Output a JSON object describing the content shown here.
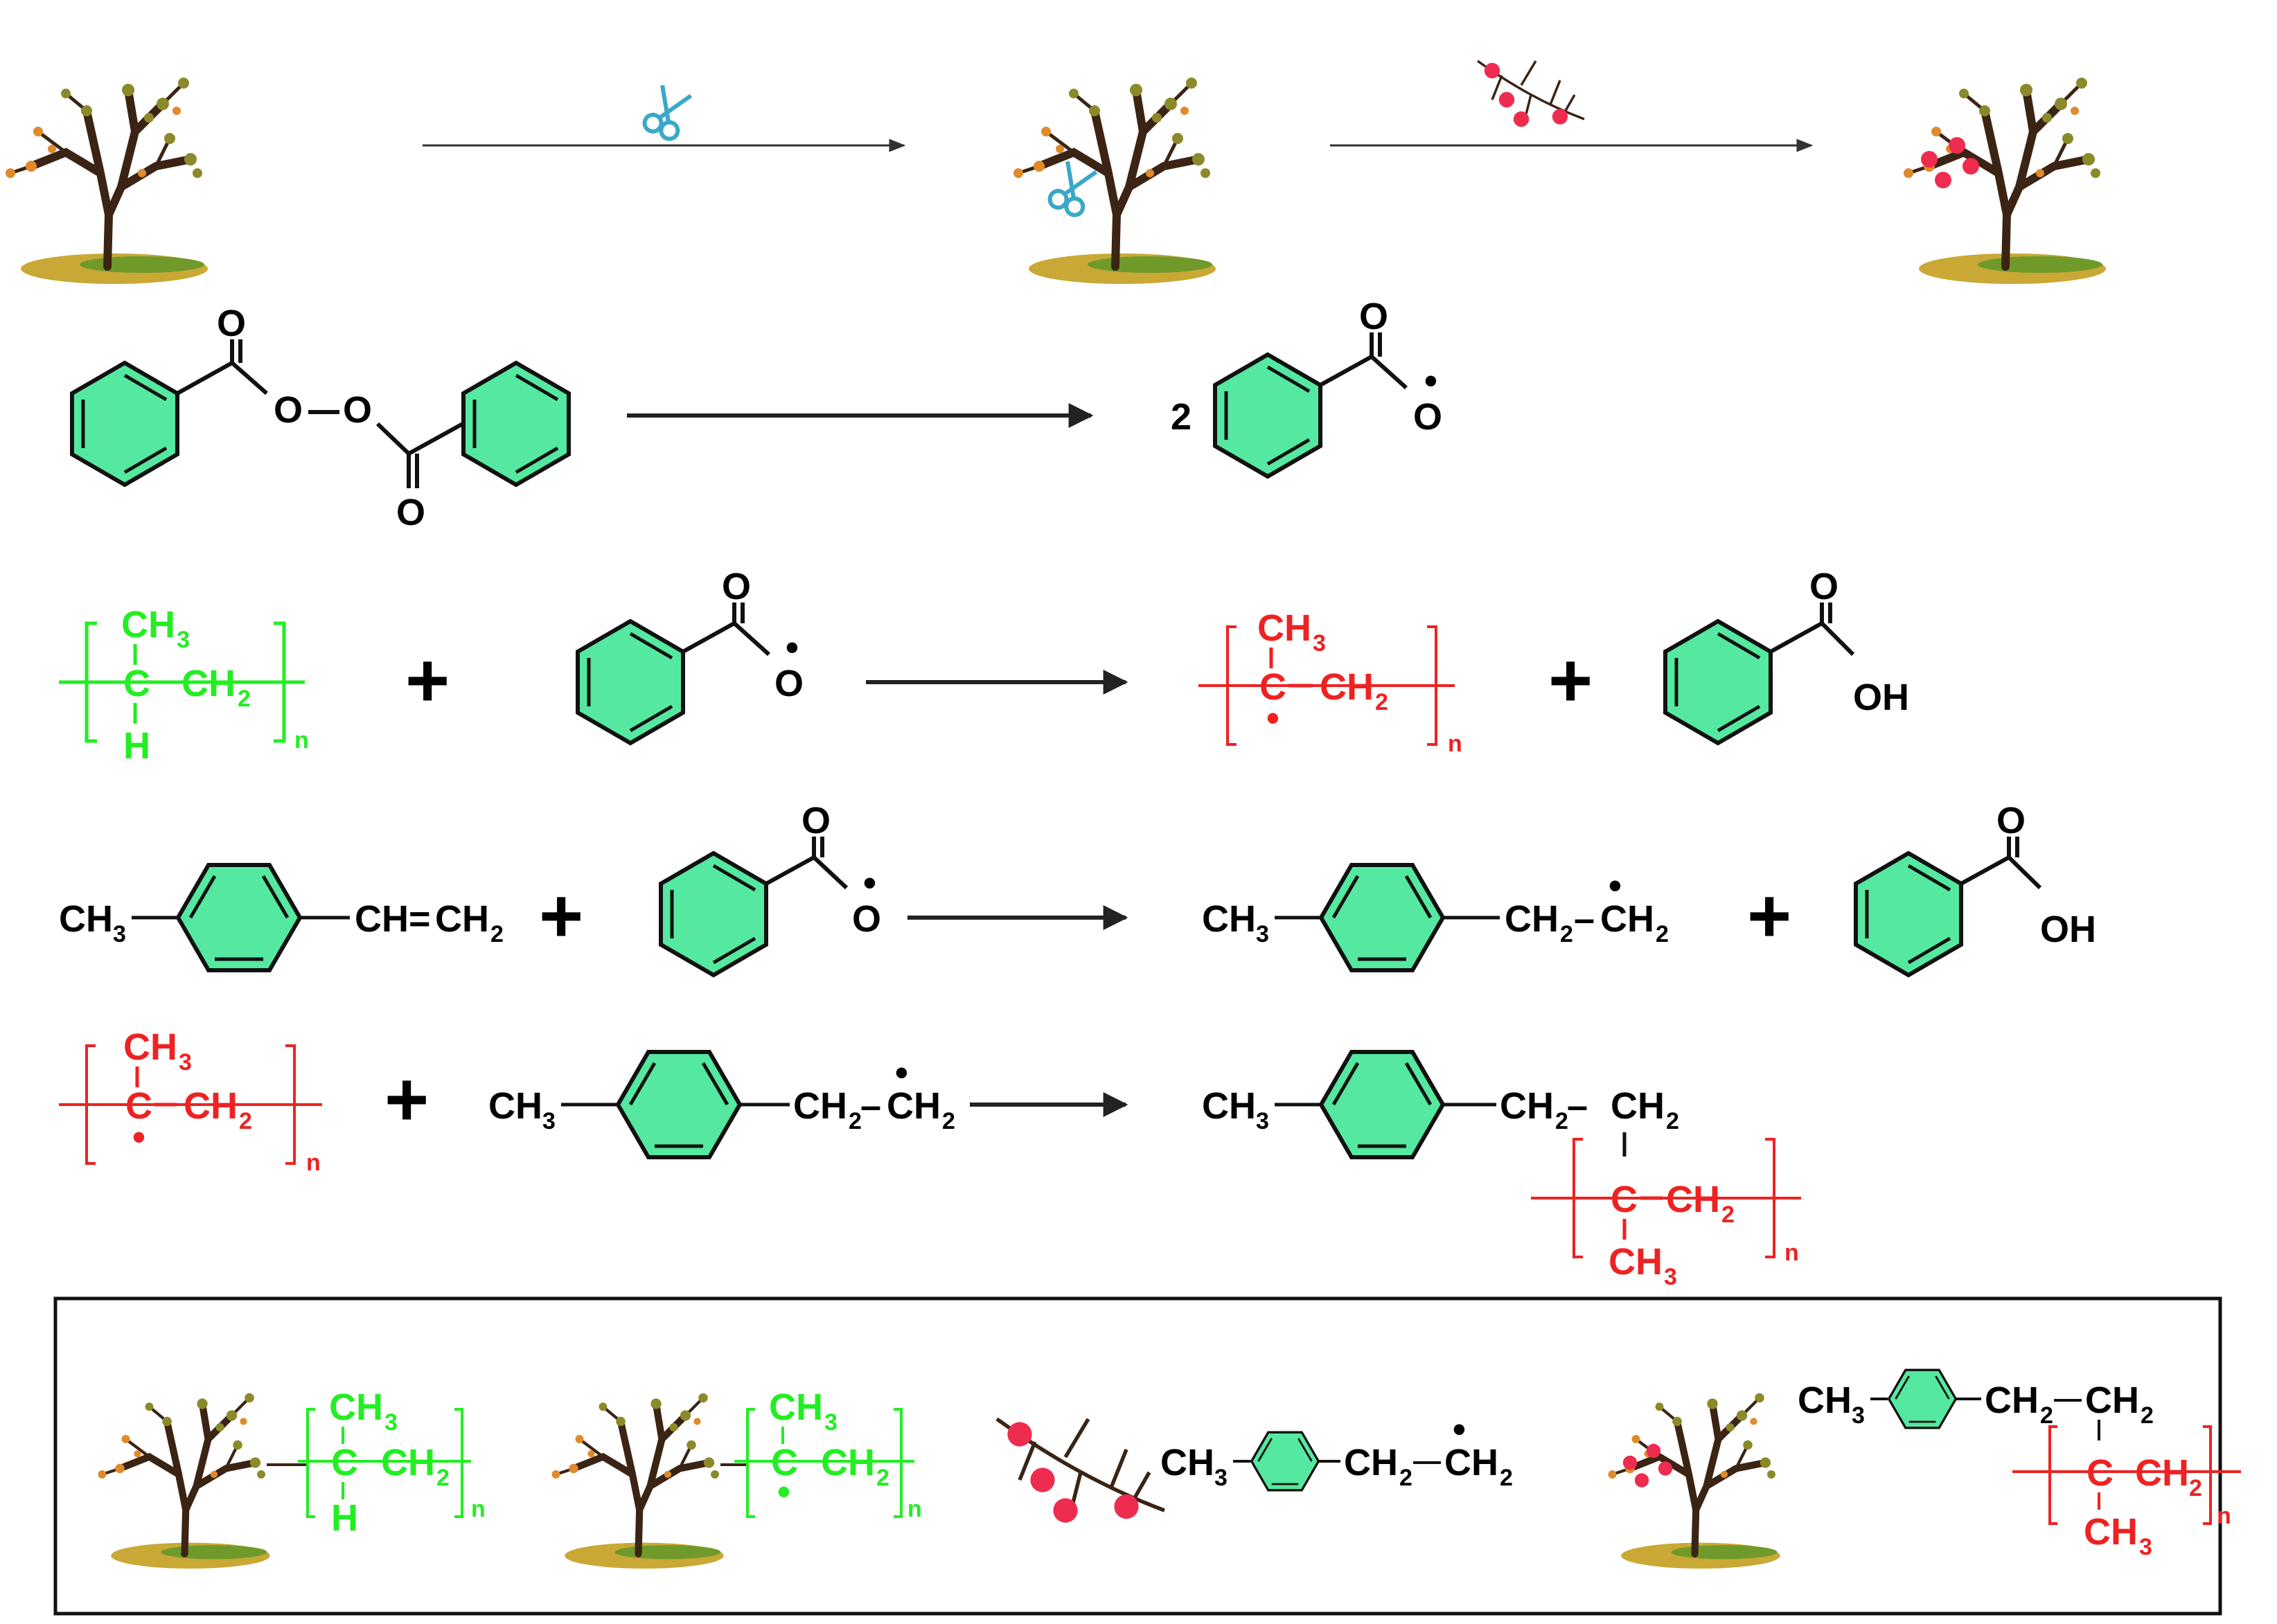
{
  "colors": {
    "black": "#000000",
    "green_polymer": "#22ee22",
    "red_polymer": "#ee2222",
    "ring_fill": "#55e8a0",
    "arrow": "#222222",
    "scissor": "#3aa8c8",
    "fruit": "#ee2c50",
    "trunk": "#3b2414",
    "leaf": "#8a8a2a",
    "leaf_orange": "#e08a2a",
    "grass": "#c9a836"
  },
  "icons": [
    "tree-icon",
    "scissors-icon",
    "fruit-branch-icon",
    "benzene-ring-icon"
  ],
  "labels": {
    "O": "O",
    "O_radical": "Ȯ",
    "OH": "OH",
    "two": "2",
    "plus": "+",
    "CH": "CH",
    "CH2": "CH",
    "sub2": "2",
    "sub3": "3",
    "C": "C",
    "C_radical": "Ċ",
    "H": "H",
    "n": "n",
    "bond": "–",
    "double": "=",
    "dot": "•"
  }
}
